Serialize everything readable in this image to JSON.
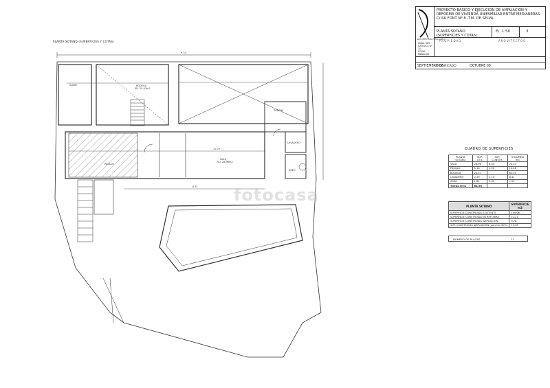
{
  "title_block": {
    "project_title": "PROYECTO BASICO Y EJECUCION DE AMPLIACION Y REFORMA DE VIVIENDA UNIFAMILIAR ENTRE MEDIANERAS. C/ SA FONT Nº 8          -T.M. DE SELVA-",
    "sheet_title": "PLANTA SOTANO\n(SUPERFICIES Y COTAS)",
    "scale": "E/. 1:50",
    "sheet_number": "3",
    "role_left": "PROPIEDAD",
    "role_right": "ARQUITECTOS",
    "firm_logo_text": "ARQUITECTURA SEGUI Nº 2",
    "firm_address": "AVDA. REIS CATOLICS Nº 10\n07500 MANACOR",
    "date": "SEPTIEMBRE 08",
    "modified_label": "MODIFICADO",
    "modified_date": "OCTUBRE 09"
  },
  "plan": {
    "label": "PLANTA SOTANO (SUPERFICIES Y COTAS)"
  },
  "superficies_table": {
    "title": "CUADRO DE SUPERFICIES",
    "headers": [
      "PLANTA SOTANO",
      "SUP. UTIL",
      "SUP. CONSTR.",
      "VOLUMEN m3"
    ],
    "rows": [
      [
        "SALA",
        "28.96",
        "8.40",
        "74.24"
      ],
      [
        "PASILLO",
        "5.16",
        "1.90",
        "14.48"
      ],
      [
        "BODEGA",
        "24.47",
        "",
        "62.01"
      ],
      [
        "LAVADERO",
        "2.49",
        "1.10",
        "6.41"
      ],
      [
        "ASEO",
        "1.81",
        "0.60",
        "7.55"
      ]
    ],
    "total": [
      "TOTAL UTIL",
      "64.90",
      "",
      ""
    ]
  },
  "planta_sotano_table": {
    "header_left": "PLANTA SOTANO",
    "header_right": "SUPERFICIE m2",
    "rows": [
      [
        "SUPERFICIE CONSTRUIDA EXISTENTE",
        "104.06"
      ],
      [
        "SUPERFICIE CONSTRUIDA EN REFORMA",
        "72.21"
      ],
      [
        "SUPERFICIE CONSTRUIDA AMPLIACION",
        "9.78"
      ],
      [
        "SUP. CONSTRUIDA AMPLIACION (porches 50%)",
        "19.96"
      ]
    ]
  },
  "plazas": {
    "label": "NUMERO DE PLAZAS",
    "value": "11"
  },
  "watermark": "fotocasa"
}
